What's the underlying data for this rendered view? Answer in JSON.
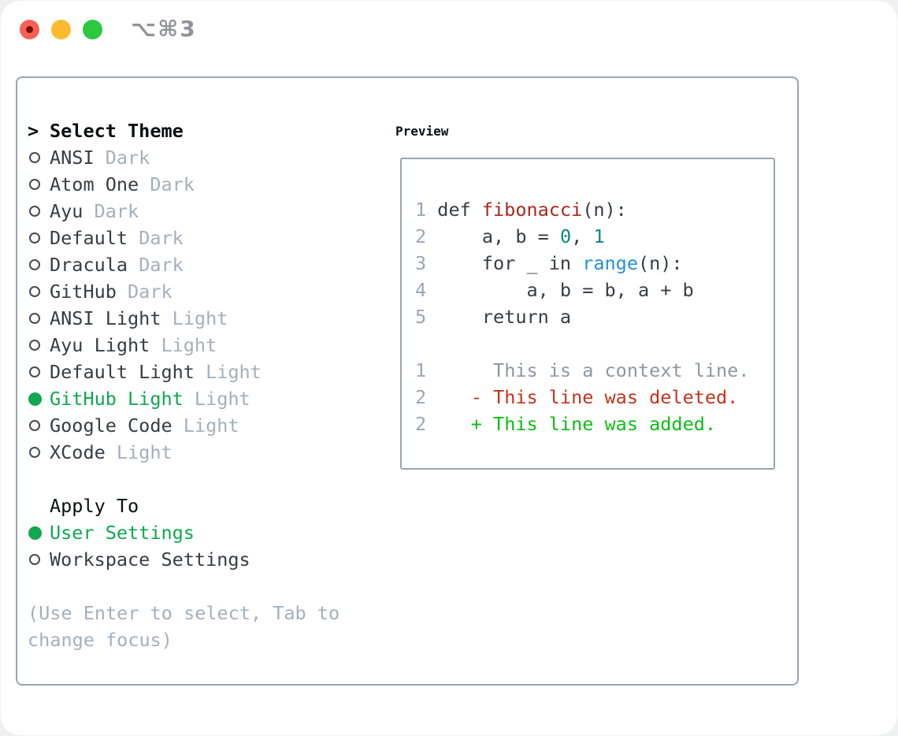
{
  "window": {
    "title": "⌥⌘3",
    "traffic_lights": [
      "close",
      "minimize",
      "zoom"
    ]
  },
  "picker": {
    "prompt": ">",
    "header": "Select Theme",
    "items": [
      {
        "name": "ANSI",
        "variant": "Dark",
        "selected": false
      },
      {
        "name": "Atom One",
        "variant": "Dark",
        "selected": false
      },
      {
        "name": "Ayu",
        "variant": "Dark",
        "selected": false
      },
      {
        "name": "Default",
        "variant": "Dark",
        "selected": false
      },
      {
        "name": "Dracula",
        "variant": "Dark",
        "selected": false
      },
      {
        "name": "GitHub",
        "variant": "Dark",
        "selected": false
      },
      {
        "name": "ANSI Light",
        "variant": "Light",
        "selected": false
      },
      {
        "name": "Ayu Light",
        "variant": "Light",
        "selected": false
      },
      {
        "name": "Default Light",
        "variant": "Light",
        "selected": false
      },
      {
        "name": "GitHub Light",
        "variant": "Light",
        "selected": true
      },
      {
        "name": "Google Code",
        "variant": "Light",
        "selected": false
      },
      {
        "name": "XCode",
        "variant": "Light",
        "selected": false
      }
    ],
    "apply_to": {
      "header": "Apply To",
      "options": [
        {
          "label": "User Settings",
          "selected": true
        },
        {
          "label": "Workspace Settings",
          "selected": false
        }
      ]
    },
    "hint_line1": "(Use Enter to select, Tab to",
    "hint_line2": "change focus)"
  },
  "preview": {
    "header": "Preview",
    "lines": [
      {
        "name": "code-line-1",
        "tokens": [
          {
            "t": "1 ",
            "c": "ln"
          },
          {
            "t": "def ",
            "c": "pl"
          },
          {
            "t": "fibonacci",
            "c": "fn"
          },
          {
            "t": "(n):",
            "c": "pl"
          }
        ]
      },
      {
        "name": "code-line-2",
        "tokens": [
          {
            "t": "2 ",
            "c": "ln"
          },
          {
            "t": "    a, b = ",
            "c": "pl"
          },
          {
            "t": "0",
            "c": "num"
          },
          {
            "t": ", ",
            "c": "pl"
          },
          {
            "t": "1",
            "c": "num"
          }
        ]
      },
      {
        "name": "code-line-3",
        "tokens": [
          {
            "t": "3 ",
            "c": "ln"
          },
          {
            "t": "    for _ in ",
            "c": "pl"
          },
          {
            "t": "range",
            "c": "bi"
          },
          {
            "t": "(n):",
            "c": "pl"
          }
        ]
      },
      {
        "name": "code-line-4",
        "tokens": [
          {
            "t": "4 ",
            "c": "ln"
          },
          {
            "t": "        a, b = b, a + b",
            "c": "pl"
          }
        ]
      },
      {
        "name": "code-line-5",
        "tokens": [
          {
            "t": "5 ",
            "c": "ln"
          },
          {
            "t": "    return a",
            "c": "pl"
          }
        ]
      },
      {
        "name": "blank-line",
        "tokens": []
      },
      {
        "name": "diff-context-line",
        "tokens": [
          {
            "t": "1",
            "c": "ln"
          },
          {
            "t": "      This is a context line.",
            "c": "ctx"
          }
        ]
      },
      {
        "name": "diff-deleted-line",
        "tokens": [
          {
            "t": "2",
            "c": "ln"
          },
          {
            "t": "    - This line was deleted.",
            "c": "del"
          }
        ]
      },
      {
        "name": "diff-added-line",
        "tokens": [
          {
            "t": "2",
            "c": "ln"
          },
          {
            "t": "    + This line was added.",
            "c": "add"
          }
        ]
      }
    ]
  },
  "colors": {
    "selection_green": "#10a74f",
    "added_green": "#0abf12",
    "deleted_red": "#c5331c",
    "function_red": "#a8291d",
    "number_teal": "#0d8584",
    "builtin_blue": "#2191d4",
    "line_number_gray": "#9ba6b5",
    "context_gray": "#8f97a1",
    "muted_gray": "#a5afbc",
    "text_dark": "#363d44",
    "border_gray": "#9aa4af",
    "traffic_red": "#f95f53",
    "traffic_yellow": "#fcba2d",
    "traffic_green": "#2bc840",
    "title_gray": "#8f9499"
  }
}
